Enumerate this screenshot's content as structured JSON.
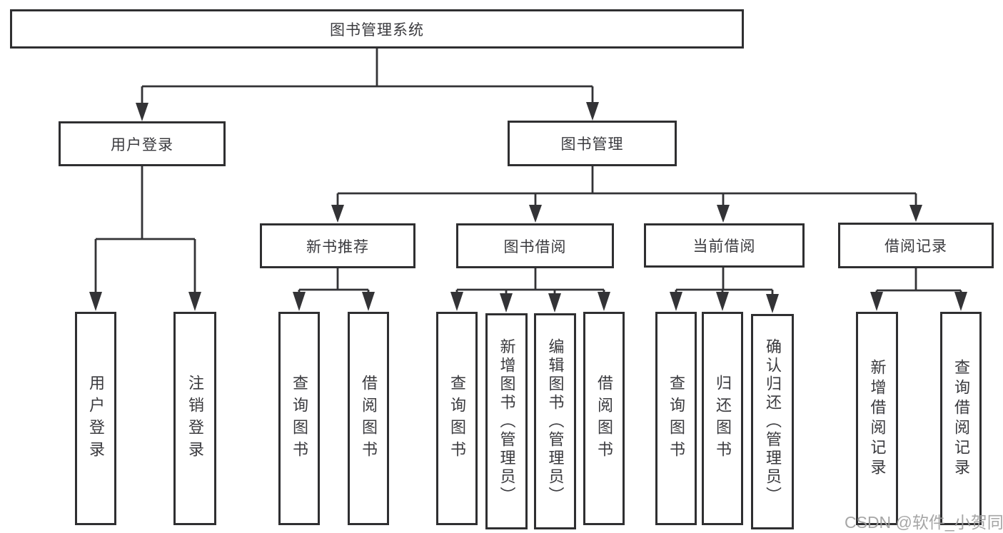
{
  "tree": {
    "root": "图书管理系统",
    "branches": [
      {
        "label": "用户登录",
        "children": [
          "用户登录",
          "注销登录"
        ]
      },
      {
        "label": "图书管理",
        "groups": [
          {
            "label": "新书推荐",
            "children": [
              "查询图书",
              "借阅图书"
            ]
          },
          {
            "label": "图书借阅",
            "children": [
              "查询图书",
              "新增图书（管理员）",
              "编辑图书（管理员）",
              "借阅图书"
            ]
          },
          {
            "label": "当前借阅",
            "children": [
              "查询图书",
              "归还图书",
              "确认归还（管理员）"
            ]
          },
          {
            "label": "借阅记录",
            "children": [
              "新增借阅记录",
              "查询借阅记录"
            ]
          }
        ]
      }
    ]
  },
  "watermark": "CSDN @软件_小贺同学",
  "colors": {
    "line": "#333336",
    "box_border": "#2f2f31",
    "text": "#3a3a3e",
    "watermark": "#9e9e9e",
    "background": "#ffffff"
  }
}
